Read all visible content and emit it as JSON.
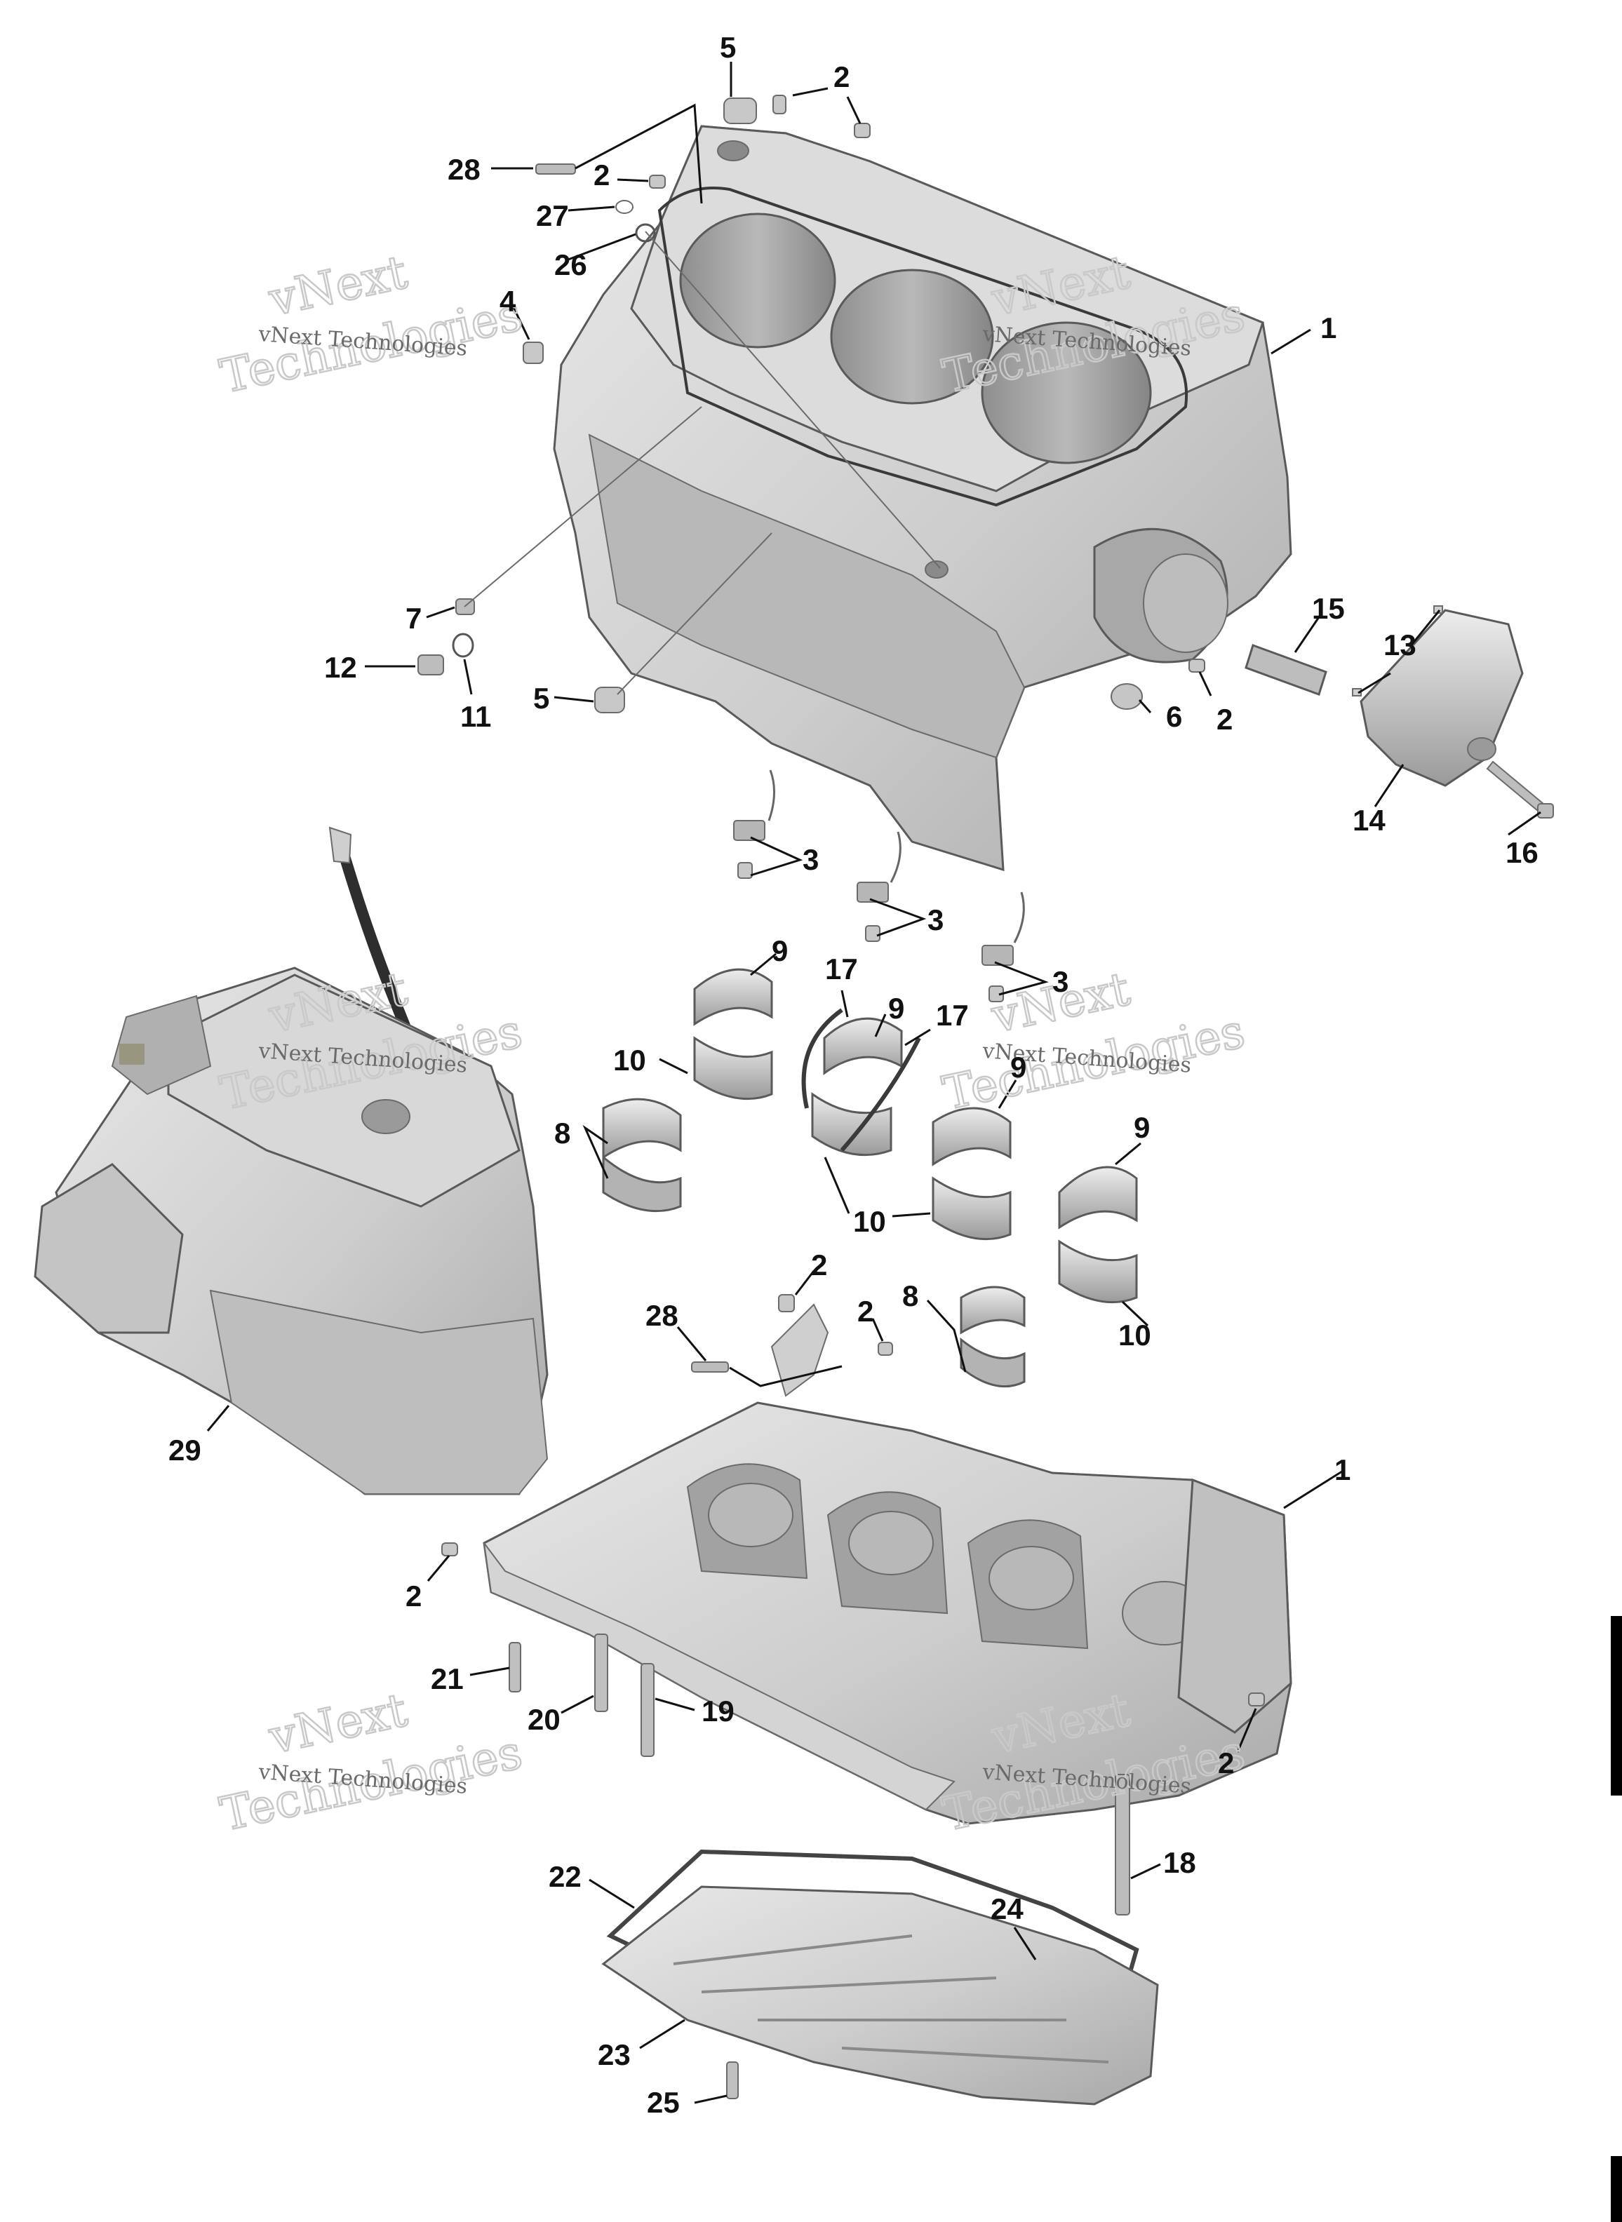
{
  "diagram": {
    "type": "exploded-parts-diagram",
    "colors": {
      "background": "#ffffff",
      "part_fill": "#cfcfcf",
      "part_light": "#e2e2e2",
      "part_shadow": "#9e9e9e",
      "part_dark": "#7d7d7d",
      "callout_text": "#111111",
      "edge_tab": "#000000"
    }
  },
  "watermark": {
    "small_text": "vNext Technologies",
    "big_line1": "vNext",
    "big_line2": "Technologies"
  },
  "callouts": [
    {
      "id": "c-5-top",
      "label": "5"
    },
    {
      "id": "c-2-top",
      "label": "2"
    },
    {
      "id": "c-28-top",
      "label": "28"
    },
    {
      "id": "c-2-upper",
      "label": "2"
    },
    {
      "id": "c-27",
      "label": "27"
    },
    {
      "id": "c-26",
      "label": "26"
    },
    {
      "id": "c-4",
      "label": "4"
    },
    {
      "id": "c-1-top",
      "label": "1"
    },
    {
      "id": "c-7",
      "label": "7"
    },
    {
      "id": "c-12",
      "label": "12"
    },
    {
      "id": "c-11",
      "label": "11"
    },
    {
      "id": "c-5-mid",
      "label": "5"
    },
    {
      "id": "c-15",
      "label": "15"
    },
    {
      "id": "c-13",
      "label": "13"
    },
    {
      "id": "c-6",
      "label": "6"
    },
    {
      "id": "c-2-right",
      "label": "2"
    },
    {
      "id": "c-14",
      "label": "14"
    },
    {
      "id": "c-16",
      "label": "16"
    },
    {
      "id": "c-3-a",
      "label": "3"
    },
    {
      "id": "c-3-b",
      "label": "3"
    },
    {
      "id": "c-3-c",
      "label": "3"
    },
    {
      "id": "c-9-a",
      "label": "9"
    },
    {
      "id": "c-17-a",
      "label": "17"
    },
    {
      "id": "c-9-b",
      "label": "9"
    },
    {
      "id": "c-17-b",
      "label": "17"
    },
    {
      "id": "c-10-a",
      "label": "10"
    },
    {
      "id": "c-9-c",
      "label": "9"
    },
    {
      "id": "c-8-a",
      "label": "8"
    },
    {
      "id": "c-9-d",
      "label": "9"
    },
    {
      "id": "c-10-b",
      "label": "10"
    },
    {
      "id": "c-2-lower",
      "label": "2"
    },
    {
      "id": "c-28-lower",
      "label": "28"
    },
    {
      "id": "c-2-lower2",
      "label": "2"
    },
    {
      "id": "c-8-b",
      "label": "8"
    },
    {
      "id": "c-10-c",
      "label": "10"
    },
    {
      "id": "c-29",
      "label": "29"
    },
    {
      "id": "c-1-lower",
      "label": "1"
    },
    {
      "id": "c-2-left",
      "label": "2"
    },
    {
      "id": "c-21",
      "label": "21"
    },
    {
      "id": "c-20",
      "label": "20"
    },
    {
      "id": "c-19",
      "label": "19"
    },
    {
      "id": "c-2-lowright",
      "label": "2"
    },
    {
      "id": "c-18",
      "label": "18"
    },
    {
      "id": "c-22",
      "label": "22"
    },
    {
      "id": "c-24",
      "label": "24"
    },
    {
      "id": "c-23",
      "label": "23"
    },
    {
      "id": "c-25",
      "label": "25"
    }
  ]
}
